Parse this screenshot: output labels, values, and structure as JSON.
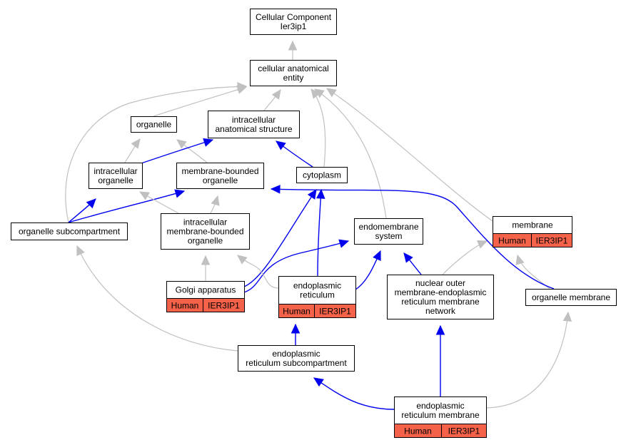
{
  "diagram": {
    "colors": {
      "gray_edge": "#c0c0c0",
      "blue_edge": "#0000ee",
      "annotation_fill": "#f4624a",
      "node_fill": "#ffffff"
    },
    "nodes": {
      "root": {
        "lines": [
          "Cellular Component",
          "Ier3ip1"
        ]
      },
      "cae": {
        "lines": [
          "cellular anatomical",
          "entity"
        ]
      },
      "organelle": {
        "lines": [
          "organelle"
        ]
      },
      "ias": {
        "lines": [
          "intracellular",
          "anatomical structure"
        ]
      },
      "io": {
        "lines": [
          "intracellular",
          "organelle"
        ]
      },
      "mbo": {
        "lines": [
          "membrane-bounded",
          "organelle"
        ]
      },
      "cytoplasm": {
        "lines": [
          "cytoplasm"
        ]
      },
      "osub": {
        "lines": [
          "organelle subcompartment"
        ]
      },
      "imbo": {
        "lines": [
          "intracellular",
          "membrane-bounded",
          "organelle"
        ]
      },
      "endo": {
        "lines": [
          "endomembrane",
          "system"
        ]
      },
      "membrane": {
        "lines": [
          "membrane"
        ],
        "annotation": [
          "Human",
          "IER3IP1"
        ]
      },
      "golgi": {
        "lines": [
          "Golgi apparatus"
        ],
        "annotation": [
          "Human",
          "IER3IP1"
        ]
      },
      "er": {
        "lines": [
          "endoplasmic",
          "reticulum"
        ],
        "annotation": [
          "Human",
          "IER3IP1"
        ]
      },
      "nom": {
        "lines": [
          "nuclear outer",
          "membrane-endoplasmic",
          "reticulum membrane",
          "network"
        ]
      },
      "orgmem": {
        "lines": [
          "organelle membrane"
        ]
      },
      "ersub": {
        "lines": [
          "endoplasmic",
          "reticulum subcompartment"
        ]
      },
      "erm": {
        "lines": [
          "endoplasmic",
          "reticulum membrane"
        ],
        "annotation": [
          "Human",
          "IER3IP1"
        ]
      }
    },
    "edges": [
      {
        "from": "cae",
        "to": "root",
        "kind": "is_a"
      },
      {
        "from": "organelle",
        "to": "cae",
        "kind": "is_a"
      },
      {
        "from": "ias",
        "to": "cae",
        "kind": "is_a"
      },
      {
        "from": "cytoplasm",
        "to": "cae",
        "kind": "is_a"
      },
      {
        "from": "endo",
        "to": "cae",
        "kind": "is_a"
      },
      {
        "from": "membrane",
        "to": "cae",
        "kind": "is_a"
      },
      {
        "from": "osub",
        "to": "cae",
        "kind": "is_a"
      },
      {
        "from": "io",
        "to": "organelle",
        "kind": "is_a"
      },
      {
        "from": "mbo",
        "to": "organelle",
        "kind": "is_a"
      },
      {
        "from": "io",
        "to": "ias",
        "kind": "part_of"
      },
      {
        "from": "cytoplasm",
        "to": "ias",
        "kind": "part_of"
      },
      {
        "from": "osub",
        "to": "io",
        "kind": "part_of"
      },
      {
        "from": "osub",
        "to": "mbo",
        "kind": "part_of"
      },
      {
        "from": "imbo",
        "to": "io",
        "kind": "is_a"
      },
      {
        "from": "imbo",
        "to": "mbo",
        "kind": "is_a"
      },
      {
        "from": "golgi",
        "to": "imbo",
        "kind": "is_a"
      },
      {
        "from": "golgi",
        "to": "cytoplasm",
        "kind": "part_of"
      },
      {
        "from": "golgi",
        "to": "endo",
        "kind": "part_of"
      },
      {
        "from": "er",
        "to": "imbo",
        "kind": "is_a"
      },
      {
        "from": "er",
        "to": "cytoplasm",
        "kind": "part_of"
      },
      {
        "from": "er",
        "to": "endo",
        "kind": "part_of"
      },
      {
        "from": "nom",
        "to": "endo",
        "kind": "part_of"
      },
      {
        "from": "nom",
        "to": "membrane",
        "kind": "is_a"
      },
      {
        "from": "orgmem",
        "to": "membrane",
        "kind": "is_a"
      },
      {
        "from": "orgmem",
        "to": "mbo",
        "kind": "part_of"
      },
      {
        "from": "ersub",
        "to": "er",
        "kind": "part_of"
      },
      {
        "from": "ersub",
        "to": "osub",
        "kind": "is_a"
      },
      {
        "from": "erm",
        "to": "ersub",
        "kind": "part_of"
      },
      {
        "from": "erm",
        "to": "nom",
        "kind": "part_of"
      },
      {
        "from": "erm",
        "to": "orgmem",
        "kind": "is_a"
      }
    ]
  }
}
